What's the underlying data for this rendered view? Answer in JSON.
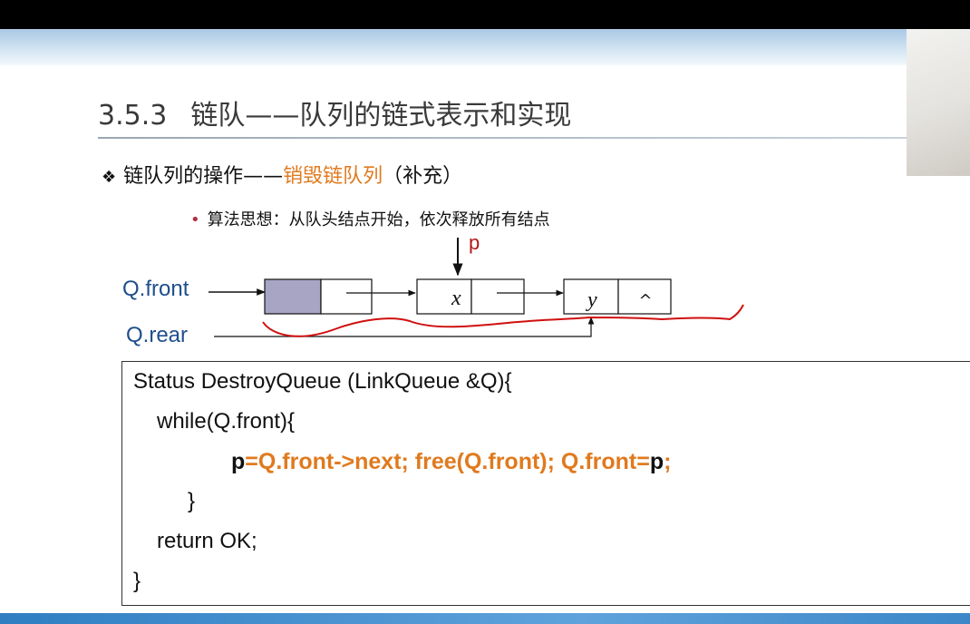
{
  "slide": {
    "section_number": "3.5.3",
    "section_title": "链队——队列的链式表示和实现",
    "bullet_main_prefix": "链队列的操作——",
    "bullet_main_highlight": "销毁链队列",
    "bullet_main_suffix": "（补充）",
    "bullet_sub": "算法思想：从队头结点开始，依次释放所有结点"
  },
  "diagram": {
    "front_label": "Q.front",
    "rear_label": "Q.rear",
    "pointer_label": "p",
    "node2_value": "x",
    "node3_value": "y",
    "null_symbol": "^"
  },
  "code": {
    "line1": "Status DestroyQueue (LinkQueue &Q){",
    "line2": "while(Q.front){",
    "line3_p": "p",
    "line3_a": "=Q.front->next;  free(Q.front);  Q.front=",
    "line3_p2": "p",
    "line3_end": ";",
    "line4": "}",
    "line5": "return OK;",
    "line6": "}"
  },
  "colors": {
    "accent_orange": "#e07a1e",
    "pointer_red": "#b01818",
    "head_node_fill": "#a8a4c4",
    "annotation_red": "#d01010"
  }
}
